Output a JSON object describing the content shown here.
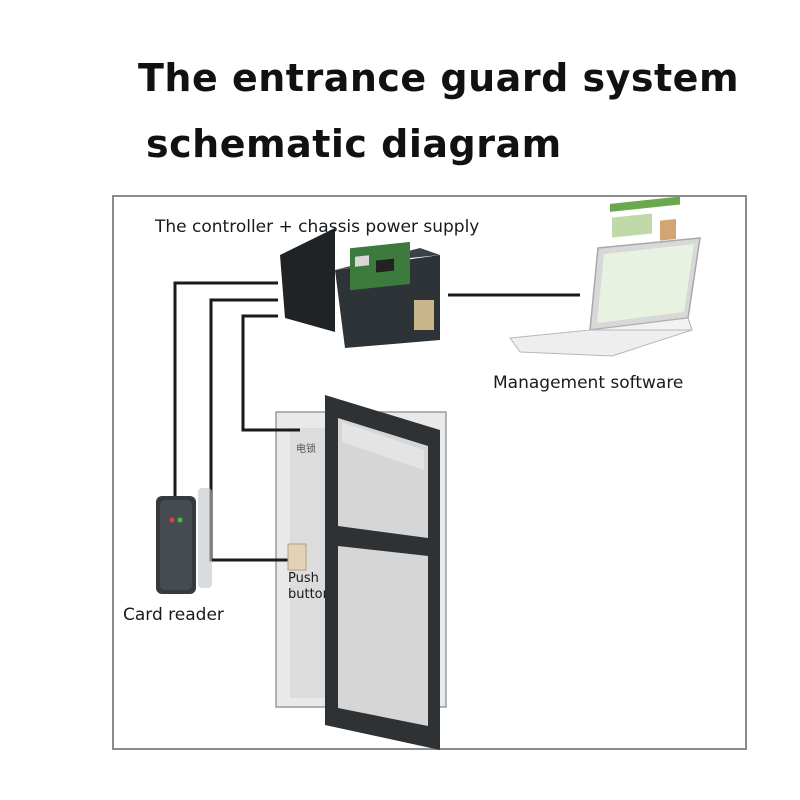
{
  "title": {
    "line1": "The entrance guard system",
    "line2": "schematic diagram"
  },
  "labels": {
    "controller": "The controller + chassis power supply",
    "software": "Management software",
    "card_reader": "Card reader",
    "push_button_line1": "Push",
    "push_button_line2": "button",
    "electric_lock": "电锁"
  },
  "colors": {
    "wire": "#1a1a1a",
    "frame": "#8c8c8c",
    "door_frame": "#3a3a3a",
    "glass": "#c8c8c8",
    "controller_box": "#2e3338",
    "pcb": "#3d7a3d"
  }
}
